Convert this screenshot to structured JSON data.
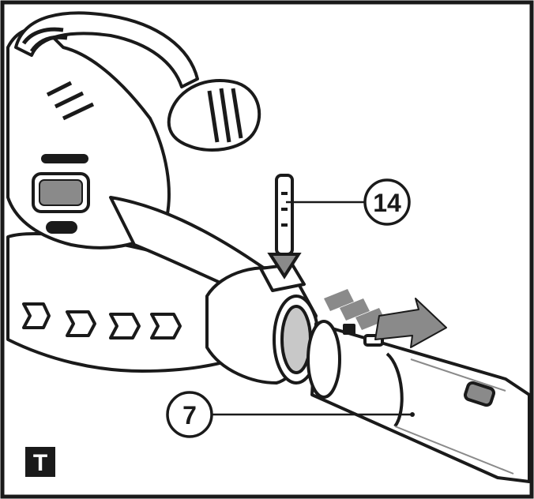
{
  "figure": {
    "panel_letter": "T",
    "callouts": [
      {
        "id": "pin",
        "number": "14"
      },
      {
        "id": "tube",
        "number": "7"
      }
    ]
  },
  "colors": {
    "ink": "#1a1a1a",
    "shade": "#8a8a8a",
    "light_shade": "#c8c8c8",
    "paper": "#ffffff"
  }
}
